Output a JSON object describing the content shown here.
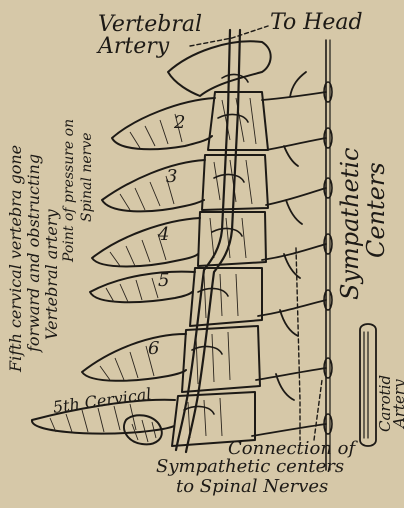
{
  "labels": {
    "vertebral_artery_line1": "Vertebral",
    "vertebral_artery_line2": "Artery",
    "to_head": "To Head",
    "gone_forward_note_line1": "Fifth cervical vertebra gone",
    "gone_forward_note_line2": "forward and obstructing",
    "gone_forward_note_line3": "Vertebral artery",
    "pressure_point_line1": "Point of pressure on",
    "pressure_point_line2": "Spinal nerve",
    "sympathetic_centers_line1": "Sympathetic",
    "sympathetic_centers_line2": "Centers",
    "carotid_artery_line1": "Carotid",
    "carotid_artery_line2": "Artery",
    "connection_line1": "Connection of",
    "connection_line2": "Sympathetic centers",
    "connection_line3": "to Spinal Nerves",
    "fifth_cervical": "5th Cervical",
    "vertebra_numbers": [
      "2",
      "3",
      "4",
      "5",
      "6"
    ]
  },
  "colors": {
    "paper": "#d6c8a8",
    "ink": "#1d1a16"
  }
}
